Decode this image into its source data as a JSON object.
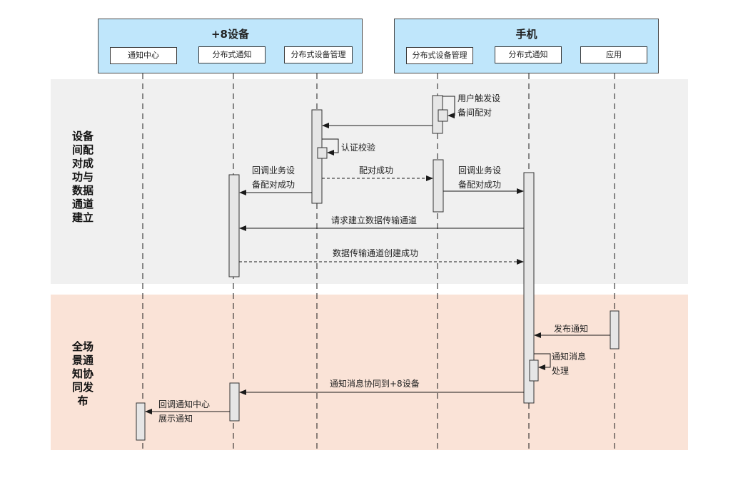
{
  "devices": [
    {
      "title": "+8设备",
      "components": [
        "通知中心",
        "分布式通知",
        "分布式设备管理"
      ]
    },
    {
      "title": "手机",
      "components": [
        "分布式设备管理",
        "分布式通知",
        "应用"
      ]
    }
  ],
  "phases": [
    {
      "label": "设备间配对成功与数据通道建立",
      "label_lines": [
        "设备",
        "间配",
        "对成",
        "功与",
        "数据",
        "通道",
        "建立"
      ],
      "color": "#f0f0f0"
    },
    {
      "label": "全场景通知协同发布",
      "label_lines": [
        "全场",
        "景通",
        "知协",
        "同发",
        "布"
      ],
      "color": "#fae3d7"
    }
  ],
  "messages": [
    {
      "id": "m1",
      "from": "手机.分布式设备管理",
      "to": "手机.分布式设备管理",
      "type": "self",
      "lines": [
        "用户触发设",
        "备间配对"
      ]
    },
    {
      "id": "m2",
      "from": "手机.分布式设备管理",
      "to": "+8设备.分布式设备管理",
      "type": "sync",
      "lines": []
    },
    {
      "id": "m3",
      "from": "+8设备.分布式设备管理",
      "to": "+8设备.分布式设备管理",
      "type": "self",
      "lines": [
        "认证校验"
      ]
    },
    {
      "id": "m4",
      "from": "+8设备.分布式设备管理",
      "to": "手机.分布式设备管理",
      "type": "return",
      "lines": [
        "配对成功"
      ]
    },
    {
      "id": "m5",
      "from": "+8设备.分布式设备管理",
      "to": "+8设备.分布式通知",
      "type": "sync",
      "lines": [
        "回调业务设",
        "备配对成功"
      ]
    },
    {
      "id": "m6",
      "from": "手机.分布式设备管理",
      "to": "手机.分布式通知",
      "type": "sync",
      "lines": [
        "回调业务设",
        "备配对成功"
      ]
    },
    {
      "id": "m7",
      "from": "手机.分布式通知",
      "to": "+8设备.分布式通知",
      "type": "sync",
      "lines": [
        "请求建立数据传输通道"
      ]
    },
    {
      "id": "m8",
      "from": "+8设备.分布式通知",
      "to": "手机.分布式通知",
      "type": "return",
      "lines": [
        "数据传输通道创建成功"
      ]
    },
    {
      "id": "m9",
      "from": "手机.应用",
      "to": "手机.分布式通知",
      "type": "sync",
      "lines": [
        "发布通知"
      ]
    },
    {
      "id": "m10",
      "from": "手机.分布式通知",
      "to": "手机.分布式通知",
      "type": "self",
      "lines": [
        "通知消息",
        "处理"
      ]
    },
    {
      "id": "m11",
      "from": "手机.分布式通知",
      "to": "+8设备.分布式通知",
      "type": "sync",
      "lines": [
        "通知消息协同到+8设备"
      ]
    },
    {
      "id": "m12",
      "from": "+8设备.分布式通知",
      "to": "+8设备.通知中心",
      "type": "sync",
      "lines": [
        "回调通知中心",
        "展示通知"
      ]
    }
  ],
  "colors": {
    "device_box": "#bfe6fb",
    "activation": "#e6e6e6",
    "line": "#1a1a1a"
  }
}
